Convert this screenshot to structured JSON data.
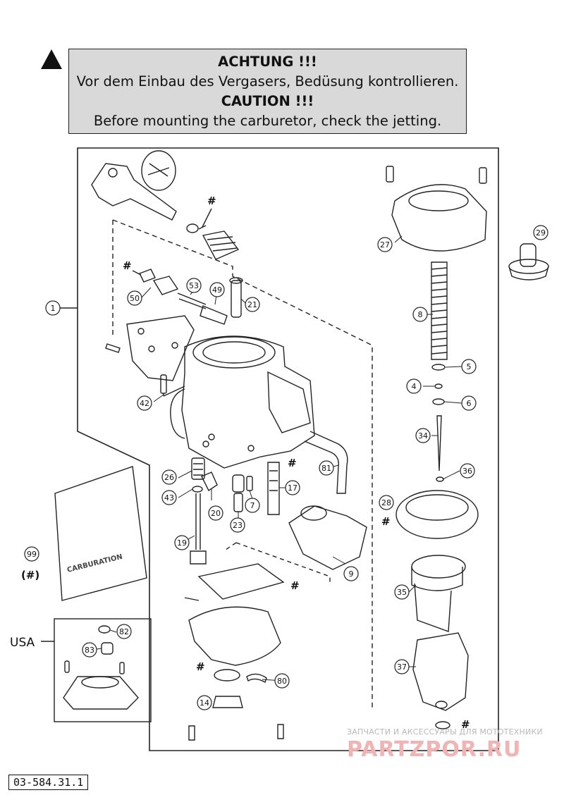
{
  "caution": {
    "title_de": "ACHTUNG !!!",
    "text_de": "Vor dem Einbau des Vergasers, Bedüsung kontrollieren.",
    "title_en": "CAUTION !!!",
    "text_en": "Before mounting the carburetor, check the jetting."
  },
  "parts": {
    "p1": "1",
    "p4": "4",
    "p5": "5",
    "p6": "6",
    "p7": "7",
    "p8": "8",
    "p9": "9",
    "p14": "14",
    "p17": "17",
    "p19": "19",
    "p20": "20",
    "p21": "21",
    "p23": "23",
    "p26": "26",
    "p27": "27",
    "p28": "28",
    "p29": "29",
    "p34": "34",
    "p35": "35",
    "p36": "36",
    "p37": "37",
    "p42": "42",
    "p43": "43",
    "p49": "49",
    "p50": "50",
    "p53": "53",
    "p80": "80",
    "p81": "81",
    "p82": "82",
    "p83": "83",
    "p99": "99"
  },
  "marks": {
    "hash": "#",
    "hash_paren": "(#)"
  },
  "labels": {
    "usa": "USA",
    "bag_text": "CARBURATION"
  },
  "footer": {
    "code": "03-584.31.1"
  },
  "watermark": {
    "small": "ЗАПЧАСТИ И АКСЕССУАРЫ ДЛЯ МОТОТЕХНИКИ",
    "big": "PARTZPOR.RU"
  }
}
